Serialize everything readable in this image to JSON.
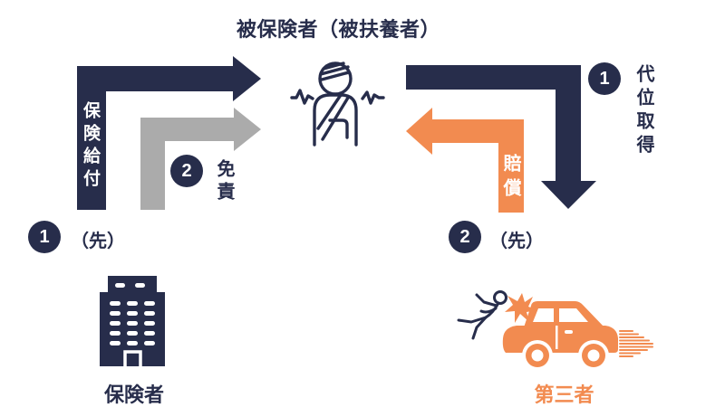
{
  "colors": {
    "navy": "#272D4B",
    "orange": "#F28B50",
    "gray": "#ABABAB",
    "background": "#FFFFFF"
  },
  "title": "被保険者（被扶養者）",
  "flows": {
    "benefit": {
      "label": "保険給付"
    },
    "exemption": {
      "badge": "2",
      "label": "免責"
    },
    "subrogation": {
      "badge": "1",
      "label": "代位取得"
    },
    "compensation": {
      "label": "賠償"
    }
  },
  "orders": {
    "insurer_side": {
      "badge": "1",
      "label": "（先）"
    },
    "third_party_side": {
      "badge": "2",
      "label": "（先）"
    }
  },
  "entities": {
    "insured": {
      "icon": "injured-person-icon"
    },
    "insurer": {
      "label": "保険者",
      "icon": "building-icon"
    },
    "third_party": {
      "label": "第三者",
      "icon": "car-accident-icon"
    }
  }
}
